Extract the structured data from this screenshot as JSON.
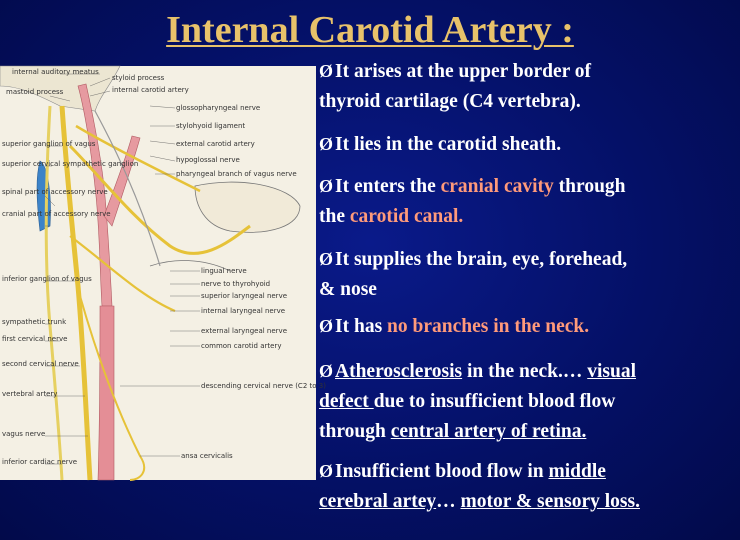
{
  "slide": {
    "title": "Internal Carotid Artery :",
    "bullet_marker": "Ø",
    "bullets": {
      "b1_l1": "It arises at the upper border  of",
      "b1_l2": "thyroid cartilage (C4 vertebra).",
      "b2": "It lies in the carotid sheath.",
      "b3_a": "It enters the ",
      "b3_hl1": "cranial cavity",
      "b3_b": " through",
      "b3_c": "the ",
      "b3_hl2": "carotid canal.",
      "b4_l1": "It supplies the brain, eye, forehead,",
      "b4_l2": "& nose",
      "b5_a": "It has ",
      "b5_hl": "no branches in the neck.",
      "b6_u1": "Atherosclerosis",
      "b6_a": " in the neck.… ",
      "b6_u2": "visual",
      "b6_u3": "defect ",
      "b6_b": "due to insufficient blood flow",
      "b6_c": "through  ",
      "b6_u4": "central artery of retina.",
      "b7_a": "Insufficient blood flow in  ",
      "b7_u1": "middle",
      "b7_u2": "cerebral artey",
      "b7_b": "…  ",
      "b7_u3": "motor & sensory loss."
    }
  },
  "figure_labels": {
    "l1": "internal auditory meatus",
    "l2": "mastoid process",
    "l3": "styloid process",
    "l4": "internal carotid artery",
    "l5": "superior ganglion of vagus",
    "l6": "superior cervical sympathetic ganglion",
    "l7": "spinal part of accessory nerve",
    "l8": "cranial part of accessory nerve",
    "l9": "inferior ganglion of vagus",
    "l10": "inferior cardiac nerve",
    "l11": "sympathetic trunk",
    "l12": "first cervical nerve",
    "l13": "second cervical nerve",
    "l14": "vertebral artery",
    "l15": "vagus nerve",
    "l16": "ansa cervicalis",
    "l17": "descending cervical nerve (C2 to 3)",
    "l18": "glossopharyngeal nerve",
    "l19": "stylohyoid ligament",
    "l20": "external carotid artery",
    "l21": "hypoglossal nerve",
    "l22": "lingual nerve",
    "l23": "nerve to thyrohyoid",
    "l24": "superior laryngeal nerve",
    "l25": "internal laryngeal nerve",
    "l26": "external laryngeal nerve",
    "l27": "common carotid artery",
    "l28": "pharyngeal branch of vagus nerve"
  }
}
